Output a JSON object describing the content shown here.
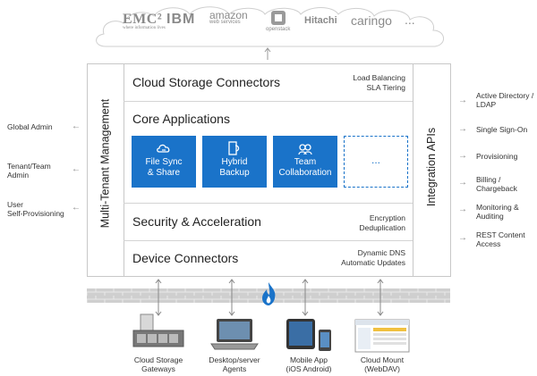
{
  "cloud": {
    "logos": [
      {
        "name": "emc",
        "text": "EMC²",
        "sub": "where information lives"
      },
      {
        "name": "ibm",
        "text": "IBM"
      },
      {
        "name": "amazon",
        "text": "amazon",
        "sub": "web services"
      },
      {
        "name": "openstack",
        "text": "openstack"
      },
      {
        "name": "hitachi",
        "text": "Hitachi"
      },
      {
        "name": "caringo",
        "text": "caringo"
      },
      {
        "name": "more",
        "text": "..."
      }
    ]
  },
  "multi_tenant_label": "Multi-Tenant Management",
  "integration_label": "Integration APIs",
  "rows": {
    "cloud_storage": {
      "title": "Cloud Storage Connectors",
      "note_line1": "Load Balancing",
      "note_line2": "SLA Tiering"
    },
    "core": {
      "title": "Core Applications"
    },
    "security": {
      "title": "Security & Acceleration",
      "note_line1": "Encryption",
      "note_line2": "Deduplication"
    },
    "device": {
      "title": "Device Connectors",
      "note_line1": "Dynamic DNS",
      "note_line2": "Automatic Updates"
    }
  },
  "tiles": [
    {
      "line1": "File Sync",
      "line2": "& Share"
    },
    {
      "line1": "Hybrid",
      "line2": "Backup"
    },
    {
      "line1": "Team",
      "line2": "Collaboration"
    },
    {
      "line1": "...",
      "line2": ""
    }
  ],
  "left_items": [
    {
      "line1": "Global Admin",
      "line2": ""
    },
    {
      "line1": "Tenant/Team",
      "line2": "Admin"
    },
    {
      "line1": "User",
      "line2": "Self-Provisioning"
    }
  ],
  "right_items": [
    {
      "line1": "Active Directory /",
      "line2": "LDAP"
    },
    {
      "line1": "Single Sign-On",
      "line2": ""
    },
    {
      "line1": "Provisioning",
      "line2": ""
    },
    {
      "line1": "Billing /",
      "line2": "Chargeback"
    },
    {
      "line1": "Monitoring &",
      "line2": "Auditing"
    },
    {
      "line1": "REST Content",
      "line2": "Access"
    }
  ],
  "devices": [
    {
      "line1": "Cloud Storage",
      "line2": "Gateways"
    },
    {
      "line1": "Desktop/server",
      "line2": "Agents"
    },
    {
      "line1": "Mobile App",
      "line2": "(iOS Android)"
    },
    {
      "line1": "Cloud Mount",
      "line2": "(WebDAV)"
    }
  ],
  "colors": {
    "tile_blue": "#1a73c9",
    "firewall_blue": "#1a73c9",
    "border_gray": "#c8c8c8"
  },
  "icons": [
    "sync-cloud-icon",
    "hybrid-backup-icon",
    "team-collaboration-icon",
    "firewall-flame-icon",
    "server-appliance-icon",
    "laptop-icon",
    "mobile-devices-icon",
    "browser-window-icon"
  ]
}
